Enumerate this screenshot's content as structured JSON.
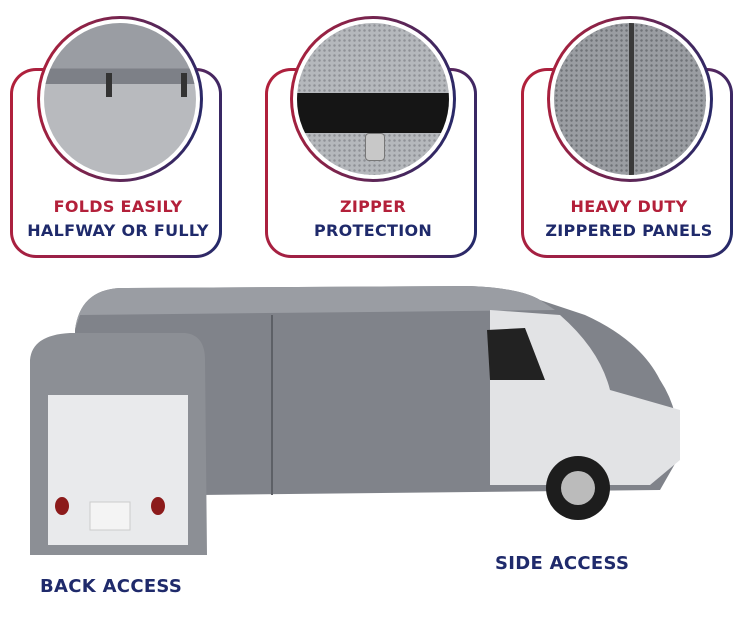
{
  "features": [
    {
      "line1": "FOLDS EASILY",
      "line2": "HALFWAY OR FULLY"
    },
    {
      "line1": "ZIPPER",
      "line2": "PROTECTION"
    },
    {
      "line1": "HEAVY DUTY",
      "line2": "ZIPPERED PANELS"
    }
  ],
  "labels": {
    "back": "BACK ACCESS",
    "side": "SIDE ACCESS"
  },
  "colors": {
    "red": "#b3203a",
    "navy": "#1f2a6b",
    "cover_gray": "#7c7f86"
  }
}
